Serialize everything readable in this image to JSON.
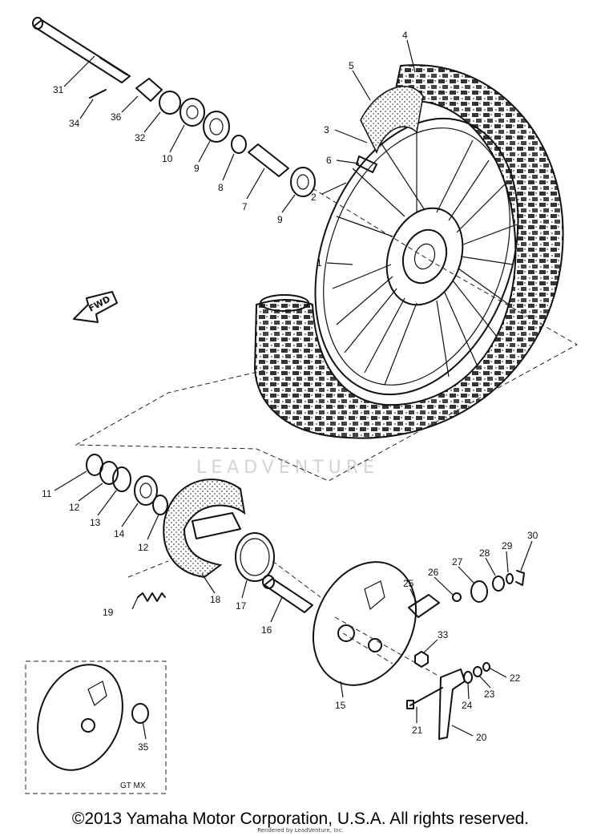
{
  "diagram": {
    "watermark": "LEADVENTURE",
    "direction_label": "FWD",
    "inset_label": "GT MX",
    "callouts": [
      {
        "id": "c1",
        "label": "1"
      },
      {
        "id": "c2",
        "label": "2"
      },
      {
        "id": "c3",
        "label": "3"
      },
      {
        "id": "c4",
        "label": "4"
      },
      {
        "id": "c5",
        "label": "5"
      },
      {
        "id": "c6",
        "label": "6"
      },
      {
        "id": "c7",
        "label": "7"
      },
      {
        "id": "c8",
        "label": "8"
      },
      {
        "id": "c9a",
        "label": "9"
      },
      {
        "id": "c9b",
        "label": "9"
      },
      {
        "id": "c10",
        "label": "10"
      },
      {
        "id": "c11",
        "label": "11"
      },
      {
        "id": "c12a",
        "label": "12"
      },
      {
        "id": "c12b",
        "label": "12"
      },
      {
        "id": "c13",
        "label": "13"
      },
      {
        "id": "c14",
        "label": "14"
      },
      {
        "id": "c15",
        "label": "15"
      },
      {
        "id": "c16",
        "label": "16"
      },
      {
        "id": "c17",
        "label": "17"
      },
      {
        "id": "c18",
        "label": "18"
      },
      {
        "id": "c19",
        "label": "19"
      },
      {
        "id": "c20",
        "label": "20"
      },
      {
        "id": "c21",
        "label": "21"
      },
      {
        "id": "c22",
        "label": "22"
      },
      {
        "id": "c23",
        "label": "23"
      },
      {
        "id": "c24",
        "label": "24"
      },
      {
        "id": "c25",
        "label": "25"
      },
      {
        "id": "c26",
        "label": "26"
      },
      {
        "id": "c27",
        "label": "27"
      },
      {
        "id": "c28",
        "label": "28"
      },
      {
        "id": "c29",
        "label": "29"
      },
      {
        "id": "c30",
        "label": "30"
      },
      {
        "id": "c31",
        "label": "31"
      },
      {
        "id": "c32",
        "label": "32"
      },
      {
        "id": "c33",
        "label": "33"
      },
      {
        "id": "c34",
        "label": "34"
      },
      {
        "id": "c35",
        "label": "35"
      },
      {
        "id": "c36",
        "label": "36"
      }
    ]
  },
  "footer": {
    "copyright": "©2013 Yamaha Motor Corporation, U.S.A. All rights reserved.",
    "rendered_by": "Rendered by LeadVenture, Inc."
  }
}
